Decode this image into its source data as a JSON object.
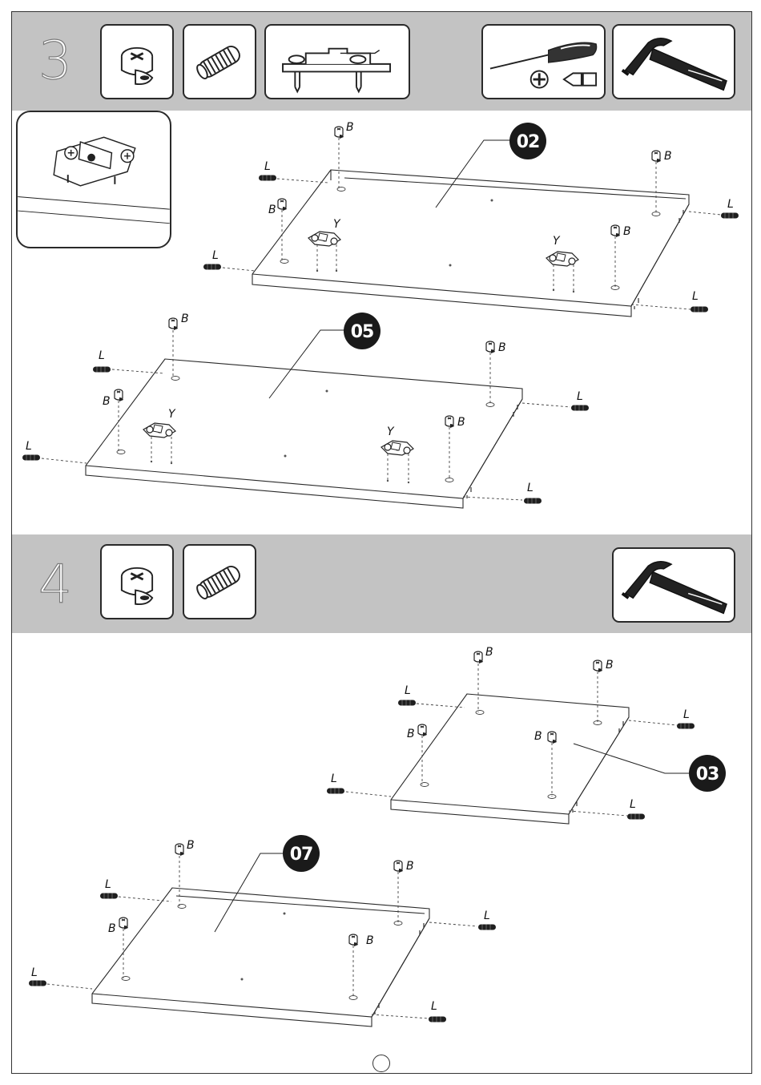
{
  "steps": [
    {
      "number": "3",
      "parts": [
        "cam-lock-icon",
        "wooden-dowel-icon",
        "hinge-plate-icon"
      ],
      "tools": [
        "screwdriver-icon",
        "hammer-icon"
      ],
      "panels": [
        {
          "id": "02",
          "screw_label": "B",
          "dowel_label": "L",
          "hinge_label": "Y"
        },
        {
          "id": "05",
          "screw_label": "B",
          "dowel_label": "L",
          "hinge_label": "Y"
        }
      ]
    },
    {
      "number": "4",
      "parts": [
        "cam-lock-icon",
        "wooden-dowel-icon"
      ],
      "tools": [
        "hammer-icon"
      ],
      "panels": [
        {
          "id": "03",
          "screw_label": "B",
          "dowel_label": "L"
        },
        {
          "id": "07",
          "screw_label": "B",
          "dowel_label": "L"
        }
      ]
    }
  ],
  "labels": {
    "B": "B",
    "L": "L",
    "Y": "Y"
  },
  "colors": {
    "band": "#c3c3c3",
    "step_number": "#ffffff",
    "badge": "#1a1a1a",
    "line": "#2a2a2a"
  }
}
